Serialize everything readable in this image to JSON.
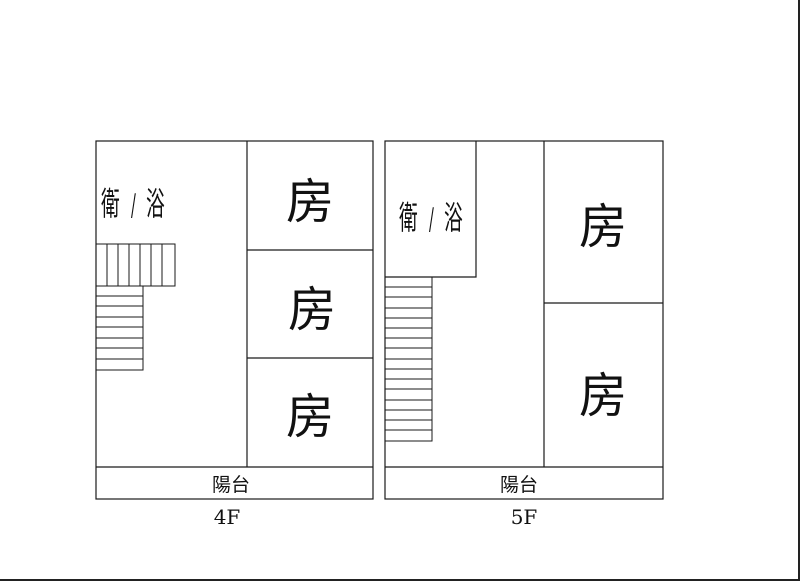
{
  "floors": [
    {
      "id": "4f",
      "label": "4F",
      "bathroom": {
        "chars": [
          "衛",
          "/",
          "浴"
        ]
      },
      "rooms": [
        {
          "label": "房"
        },
        {
          "label": "房"
        },
        {
          "label": "房"
        }
      ],
      "balcony": {
        "label": "陽台"
      }
    },
    {
      "id": "5f",
      "label": "5F",
      "bathroom": {
        "chars": [
          "衛",
          "/",
          "浴"
        ]
      },
      "rooms": [
        {
          "label": "房"
        },
        {
          "label": "房"
        }
      ],
      "balcony": {
        "label": "陽台"
      }
    }
  ],
  "colors": {
    "line": "#1a1a1a",
    "background": "#ffffff"
  }
}
